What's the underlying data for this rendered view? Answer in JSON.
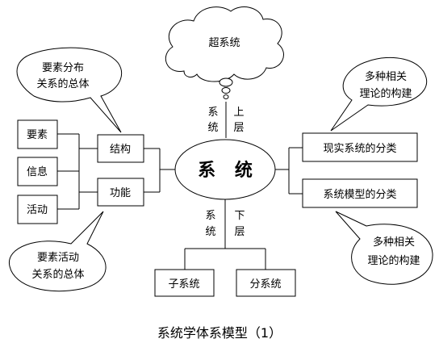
{
  "center": {
    "label": "系 统"
  },
  "cloud": {
    "label": "超系统"
  },
  "upper": {
    "left": [
      "系",
      "统"
    ],
    "right": [
      "上",
      "层"
    ]
  },
  "lower": {
    "left": [
      "系",
      "统"
    ],
    "right": [
      "下",
      "层"
    ]
  },
  "left_items": [
    "要素",
    "信息",
    "活动"
  ],
  "mid_items": [
    "结构",
    "功能"
  ],
  "right_items": [
    "现实系统的分类",
    "系统模型的分类"
  ],
  "bottom_items": [
    "子系统",
    "分系统"
  ],
  "bubbles": {
    "top_left": [
      "要素分布",
      "关系的总体"
    ],
    "bottom_left": [
      "要素活动",
      "关系的总体"
    ],
    "top_right": [
      "多种相关",
      "理论的构建"
    ],
    "bottom_right": [
      "多种相关",
      "理论的构建"
    ]
  },
  "caption": "系统学体系模型（1）"
}
